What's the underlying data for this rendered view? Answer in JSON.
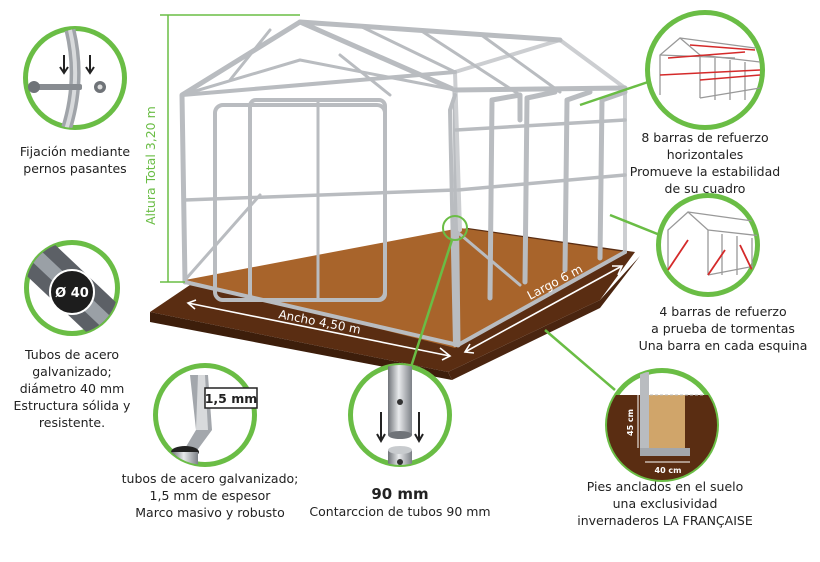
{
  "colors": {
    "accent_green": "#6abd45",
    "floor_brown": "#a8642b",
    "soil_dark": "#5a2d12",
    "frame_grey": "#b9bcc0",
    "ring_black": "#222222"
  },
  "dimensions": {
    "height": "Altura Total 3,20 m",
    "width": "Ancho 4,50 m",
    "length": "Largo 6 m"
  },
  "callouts": {
    "bolts": {
      "lines": [
        "Fijación mediante",
        "pernos pasantes"
      ],
      "icon": "bolt-icon"
    },
    "tube40": {
      "badge": "Ø 40",
      "lines": [
        "Tubos de acero",
        "galvanizado;",
        "diámetro 40 mm",
        "Estructura sólida y",
        "resistente."
      ]
    },
    "wall": {
      "badge": "1,5 mm",
      "lines": [
        "tubos de acero galvanizado;",
        "1,5 mm de espesor",
        "Marco masivo y robusto"
      ]
    },
    "tube90": {
      "title": "90 mm",
      "lines": [
        "Contarccion de tubos 90 mm"
      ]
    },
    "horizontal": {
      "lines": [
        "8 barras de refuerzo",
        "horizontales",
        "Promueve la estabilidad",
        "de su cuadro"
      ]
    },
    "storm": {
      "lines": [
        "4 barras de refuerzo",
        "a prueba de tormentas",
        "Una barra en cada esquina"
      ]
    },
    "anchor": {
      "depth": "45 cm",
      "width": "40 cm",
      "lines": [
        "Pies anclados en el suelo",
        "una exclusividad",
        "invernaderos LA FRANÇAISE"
      ]
    }
  }
}
